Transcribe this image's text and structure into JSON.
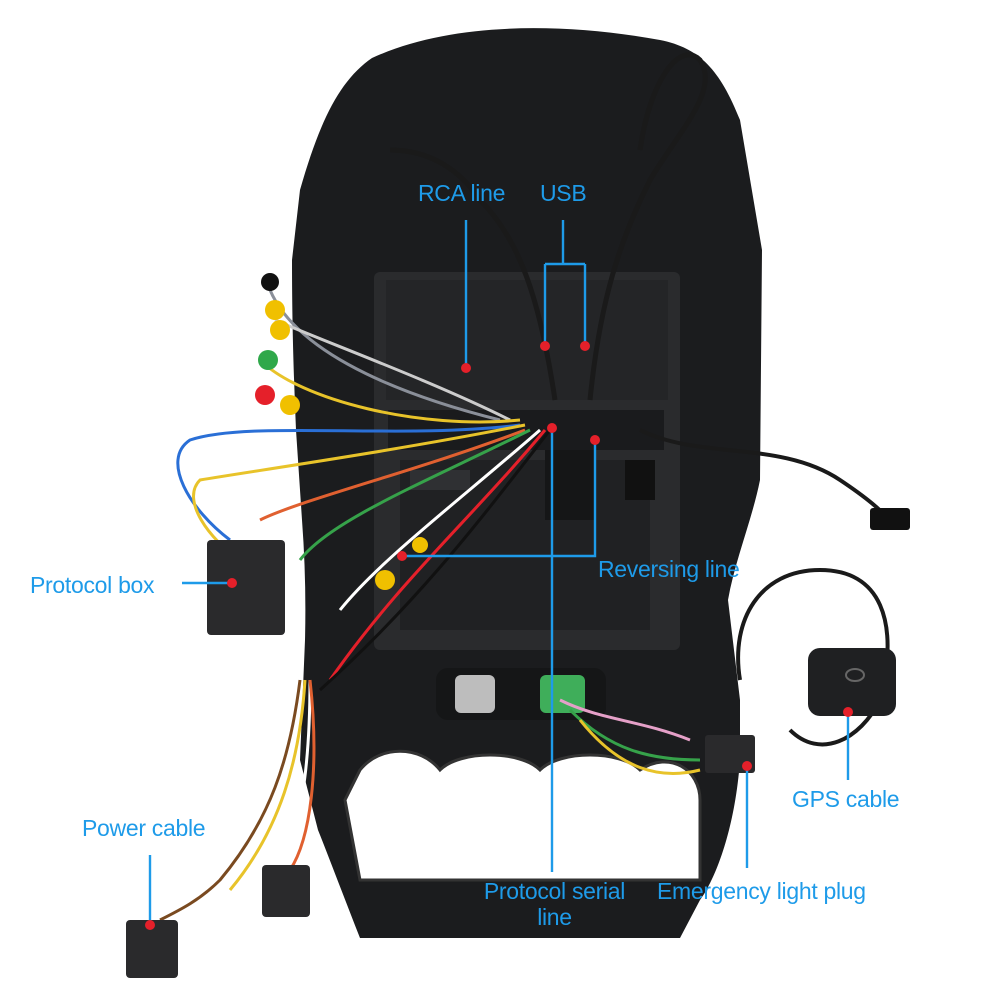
{
  "labels": {
    "rca_line": "RCA line",
    "usb": "USB",
    "protocol_box": "Protocol box",
    "reversing_line": "Reversing line",
    "gps_cable": "GPS cable",
    "power_cable": "Power cable",
    "protocol_serial_line_1": "Protocol serial",
    "protocol_serial_line_2": "line",
    "emergency_light_plug": "Emergency light plug"
  },
  "colors": {
    "label_text": "#1e9be9",
    "callout_line": "#1e9be9",
    "callout_dot": "#e5202a",
    "panel": "#1b1c1e",
    "chassis": "#2a2b2d"
  }
}
